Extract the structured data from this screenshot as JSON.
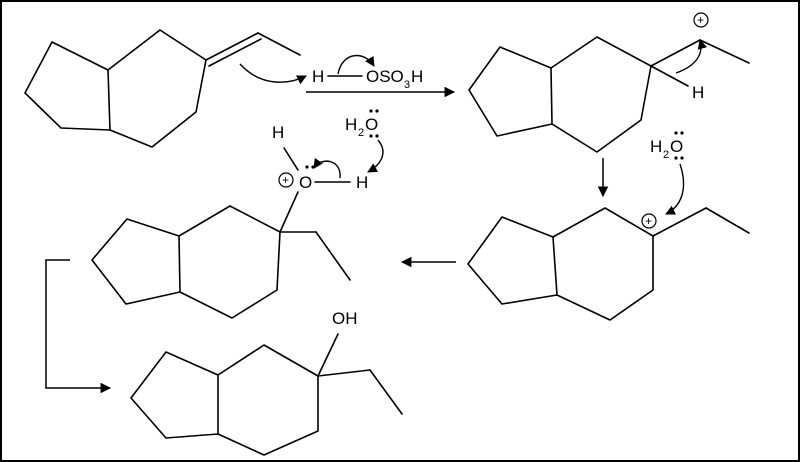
{
  "reagents": {
    "acid": {
      "h": "H",
      "o": "OSO",
      "sub3": "3",
      "h2": "H"
    },
    "water_1": {
      "main": "H",
      "sub2": "2",
      "o": "O"
    },
    "water_2": {
      "main": "H",
      "sub2": "2",
      "o": "O"
    }
  },
  "labels": {
    "hydride_h": "H",
    "oxonium_h_top": "H",
    "oxonium_o": "O",
    "oxonium_h_right": "H",
    "product_oh": "OH"
  },
  "charges": {
    "cation_1": "+",
    "cation_2": "+",
    "oxonium": "+"
  },
  "colors": {
    "ink": "#000000",
    "background": "#ffffff"
  }
}
